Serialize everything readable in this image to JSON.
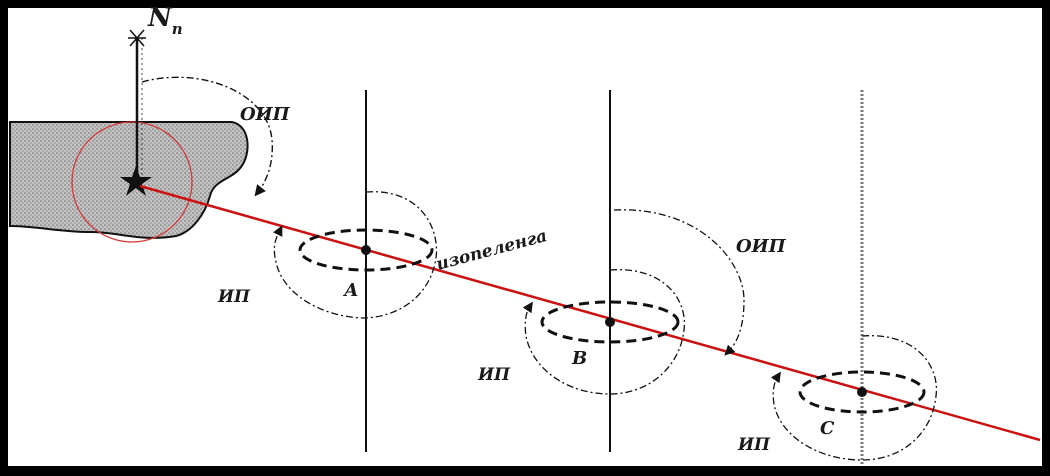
{
  "diagram": {
    "north_label": "N",
    "north_subscript": "п",
    "labels": {
      "bearing_top": "ОИП",
      "bearing_mid": "ОИП",
      "isoline": "изопеленга",
      "ip_a": "ИП",
      "ip_b": "ИП",
      "ip_c": "ИП"
    },
    "points": {
      "a": "А",
      "b": "В",
      "c": "С"
    },
    "colors": {
      "isoline": "#cc1111",
      "land_fill": "#bdbdbd",
      "radius_circle": "#d43c3c",
      "ink": "#111111"
    }
  }
}
